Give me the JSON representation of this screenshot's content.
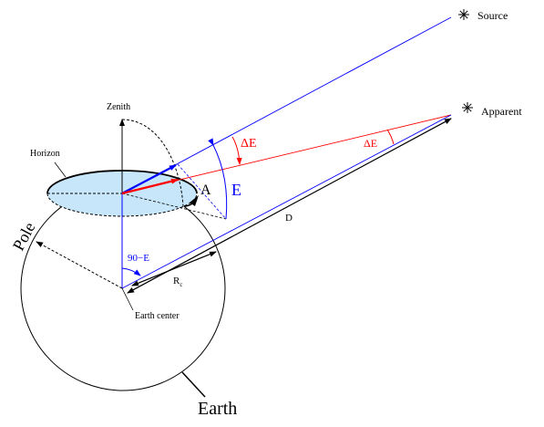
{
  "labels": {
    "source": "Source",
    "apparent": "Apparent",
    "zenith": "Zenith",
    "horizon": "Horizon",
    "pole": "Pole",
    "earth": "Earth",
    "earth_center": "Earth center",
    "delta_e_top": "ΔE",
    "delta_e_apparent": "ΔE",
    "elevation": "E",
    "azimuth": "A",
    "distance": "D",
    "radius_main": "R",
    "radius_sub": "c",
    "complement_angle": "90−E"
  },
  "colors": {
    "line": "#000000",
    "true_direction": "#0000ff",
    "apparent_direction": "#ff0000",
    "horizon_fill": "#c8e6fa",
    "background": "#ffffff"
  },
  "icons": {
    "source_marker": "asterisk-star-icon",
    "apparent_marker": "asterisk-star-icon"
  }
}
